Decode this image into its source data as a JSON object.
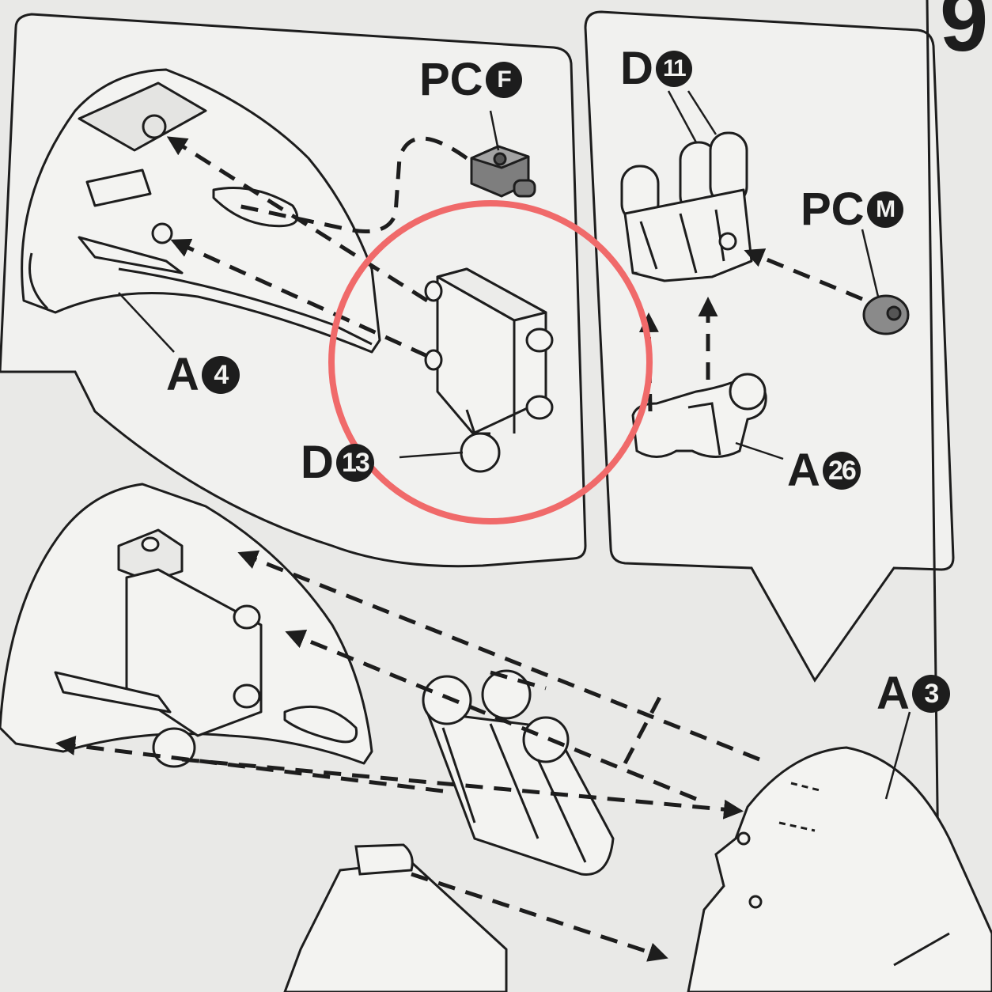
{
  "page": {
    "step_number": "9",
    "highlight_color": "#f06a6a",
    "ink_color": "#1d1d1d",
    "paper_color": "#e9e9e7"
  },
  "labels": {
    "pc_f": {
      "prefix": "PC",
      "num": "F"
    },
    "d11": {
      "prefix": "D",
      "num": "11"
    },
    "pc_m": {
      "prefix": "PC",
      "num": "M"
    },
    "a4": {
      "prefix": "A",
      "num": "4"
    },
    "d13": {
      "prefix": "D",
      "num": "13"
    },
    "a26": {
      "prefix": "A",
      "num": "26"
    },
    "a3": {
      "prefix": "A",
      "num": "3"
    }
  },
  "icons": [
    "arrow-icon",
    "dashed-guide-line",
    "part-drawing"
  ]
}
